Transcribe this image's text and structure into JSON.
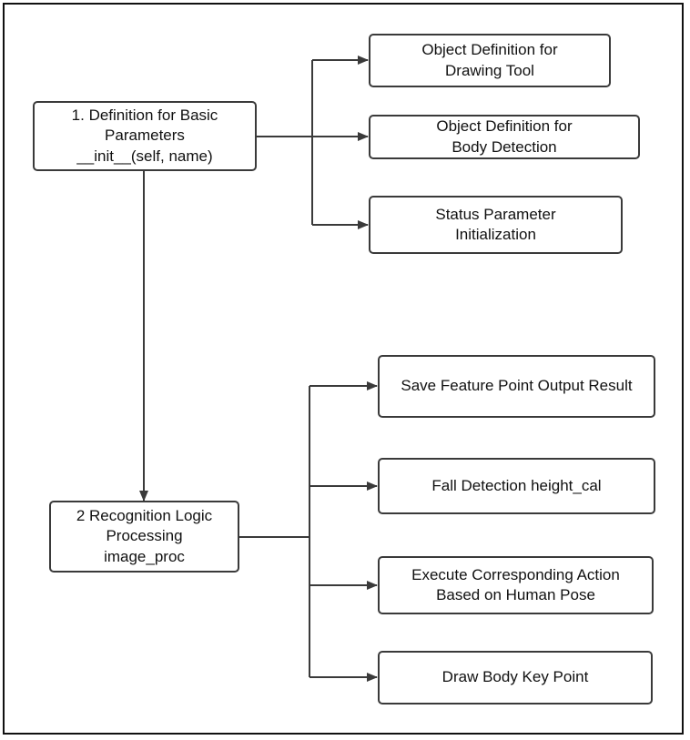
{
  "colors": {
    "stroke": "#3a3a3a",
    "text": "#111111",
    "background": "#ffffff"
  },
  "nodes": {
    "init": {
      "lines": [
        "1. Definition for Basic",
        "Parameters",
        "__init__(self, name)"
      ]
    },
    "drawing_tool": {
      "lines": [
        "Object Definition for",
        "Drawing Tool"
      ]
    },
    "body_detection": {
      "lines": [
        "Object Definition for",
        "Body Detection"
      ]
    },
    "status_param": {
      "lines": [
        "Status Parameter",
        "Initialization"
      ]
    },
    "recognition": {
      "lines": [
        "2 Recognition Logic",
        "Processing",
        "image_proc"
      ]
    },
    "save_feature": {
      "lines": [
        "Save Feature Point Output Result"
      ]
    },
    "fall_detection": {
      "lines": [
        "Fall Detection height_cal"
      ]
    },
    "execute_action": {
      "lines": [
        "Execute Corresponding Action",
        "Based on Human Pose"
      ]
    },
    "draw_key_point": {
      "lines": [
        "Draw Body Key Point"
      ]
    }
  },
  "edges": [
    {
      "from": "init",
      "to": "drawing_tool"
    },
    {
      "from": "init",
      "to": "body_detection"
    },
    {
      "from": "init",
      "to": "status_param"
    },
    {
      "from": "init",
      "to": "recognition"
    },
    {
      "from": "recognition",
      "to": "save_feature"
    },
    {
      "from": "recognition",
      "to": "fall_detection"
    },
    {
      "from": "recognition",
      "to": "execute_action"
    },
    {
      "from": "recognition",
      "to": "draw_key_point"
    }
  ]
}
